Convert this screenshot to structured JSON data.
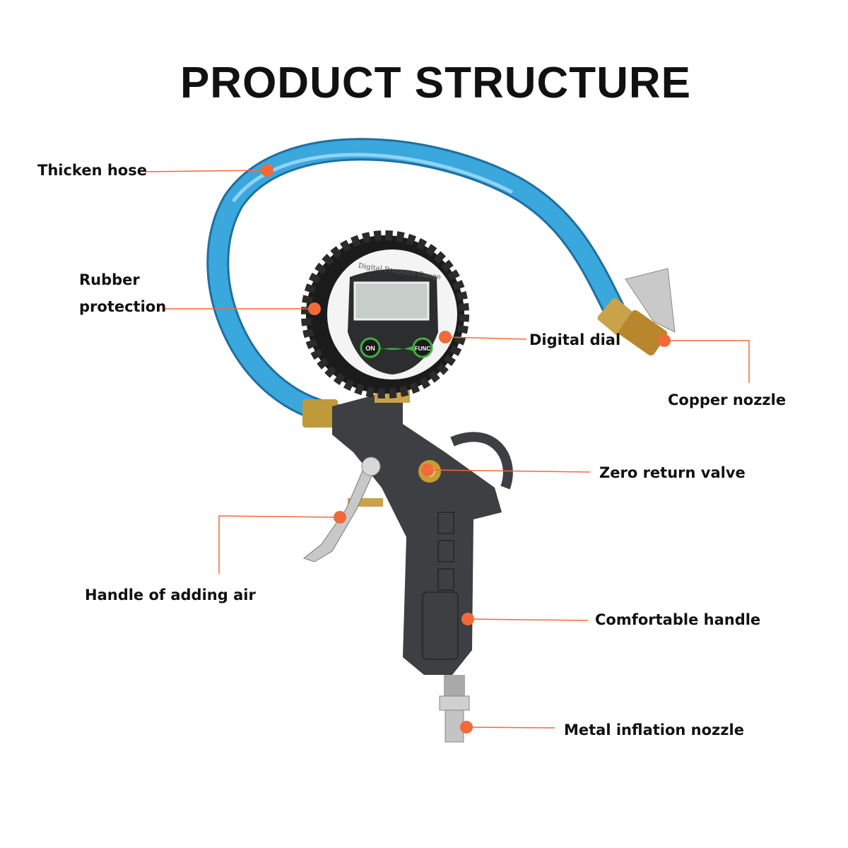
{
  "title": "PRODUCT STRUCTURE",
  "accent_color": "#f26a3a",
  "hose_color": "#3aa7dd",
  "gauge": {
    "brand_text": "Digital Pressure Gauge",
    "on_label": "ON",
    "func_label": "FUNC"
  },
  "labels": {
    "thicken_hose": "Thicken hose",
    "rubber_protection_line1": "Rubber",
    "rubber_protection_line2": "protection",
    "digital_dial": "Digital dial",
    "copper_nozzle": "Copper nozzle",
    "zero_return_valve": "Zero return valve",
    "handle_of_adding_air": "Handle of adding air",
    "comfortable_handle": "Comfortable handle",
    "metal_inflation_nozzle": "Metal inflation nozzle"
  }
}
